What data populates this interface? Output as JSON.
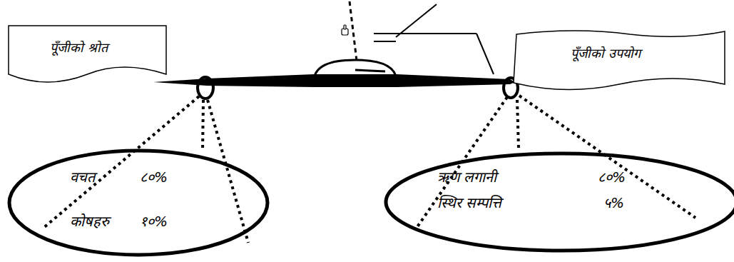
{
  "diagram": {
    "nodes": [
      {
        "text": [
          "पूँजीको श्रोत"
        ]
      },
      {
        "text": [
          "पूँजीको उपयोग"
        ]
      },
      {
        "text": [
          "वचत",
          "८०%",
          "कोषहरु",
          "१०%"
        ]
      },
      {
        "text": [
          "ऋण लगानी",
          "८०%",
          "स्थिर सम्पत्ति",
          "५%"
        ]
      }
    ]
  }
}
